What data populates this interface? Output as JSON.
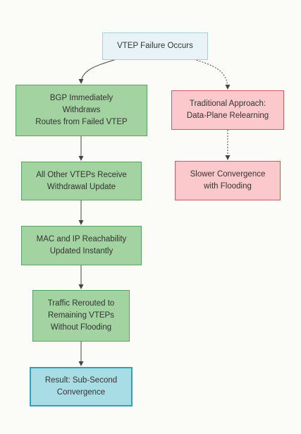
{
  "diagram": {
    "nodes": {
      "failure": "VTEP Failure Occurs",
      "bgp_withdraw": "BGP Immediately\nWithdraws\nRoutes from Failed VTEP",
      "receive_update": "All Other VTEPs Receive\nWithdrawal Update",
      "reachability": "MAC and IP Reachability\nUpdated Instantly",
      "rerouted": "Traffic Rerouted to\nRemaining VTEPs\nWithout Flooding",
      "result": "Result: Sub-Second\nConvergence",
      "traditional": "Traditional Approach:\nData-Plane Relearning",
      "slower": "Slower Convergence\nwith Flooding"
    },
    "edges": [
      {
        "from": "failure",
        "to": "bgp_withdraw",
        "style": "solid"
      },
      {
        "from": "failure",
        "to": "traditional",
        "style": "dotted"
      },
      {
        "from": "bgp_withdraw",
        "to": "receive_update",
        "style": "solid"
      },
      {
        "from": "receive_update",
        "to": "reachability",
        "style": "solid"
      },
      {
        "from": "reachability",
        "to": "rerouted",
        "style": "solid"
      },
      {
        "from": "rerouted",
        "to": "result",
        "style": "solid"
      },
      {
        "from": "traditional",
        "to": "slower",
        "style": "dotted"
      }
    ],
    "colors": {
      "background": "#fbfbf7",
      "start_fill": "#e7f3f6",
      "green_fill": "#a3d3a0",
      "red_fill": "#fbc9cc",
      "result_fill": "#a9dde5",
      "edge": "#444444"
    }
  }
}
